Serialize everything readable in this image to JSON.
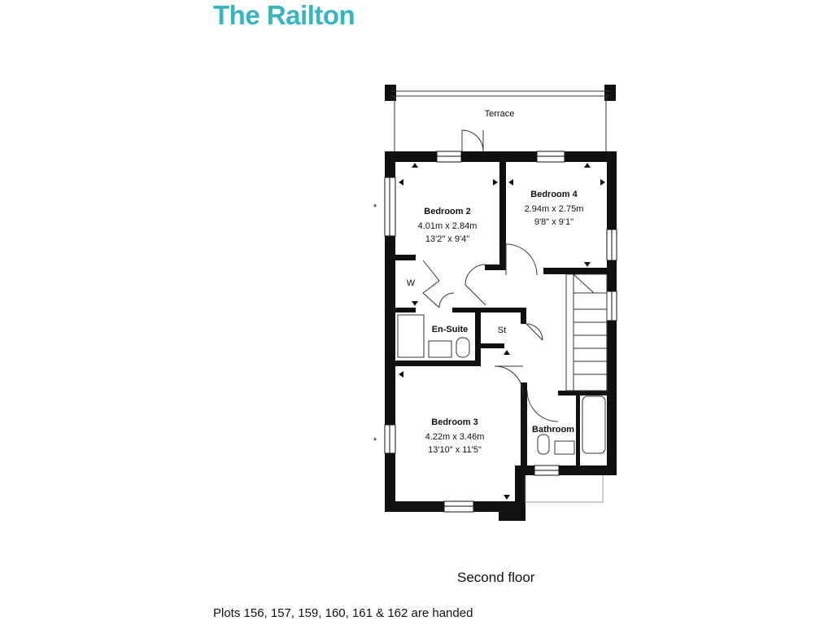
{
  "title": "The Railton",
  "rooms": {
    "terrace": {
      "name": "Terrace"
    },
    "bedroom2": {
      "name": "Bedroom 2",
      "metric": "4.01m x 2.84m",
      "imperial": "13'2\" x 9'4\""
    },
    "bedroom4": {
      "name": "Bedroom 4",
      "metric": "2.94m x 2.75m",
      "imperial": "9'8\" x 9'1\""
    },
    "wardrobe": {
      "name": "W"
    },
    "ensuite": {
      "name": "En-Suite"
    },
    "store": {
      "name": "St"
    },
    "bedroom3": {
      "name": "Bedroom 3",
      "metric": "4.22m x 3.46m",
      "imperial": "13'10\" x 11'5\""
    },
    "bathroom": {
      "name": "Bathroom"
    }
  },
  "markers": {
    "asterisk": "*"
  },
  "floor_label": "Second floor",
  "handed_note": "Plots 156, 157, 159, 160, 161 & 162 are handed",
  "colors": {
    "title": "#35b6c0",
    "wall": "#111111"
  }
}
